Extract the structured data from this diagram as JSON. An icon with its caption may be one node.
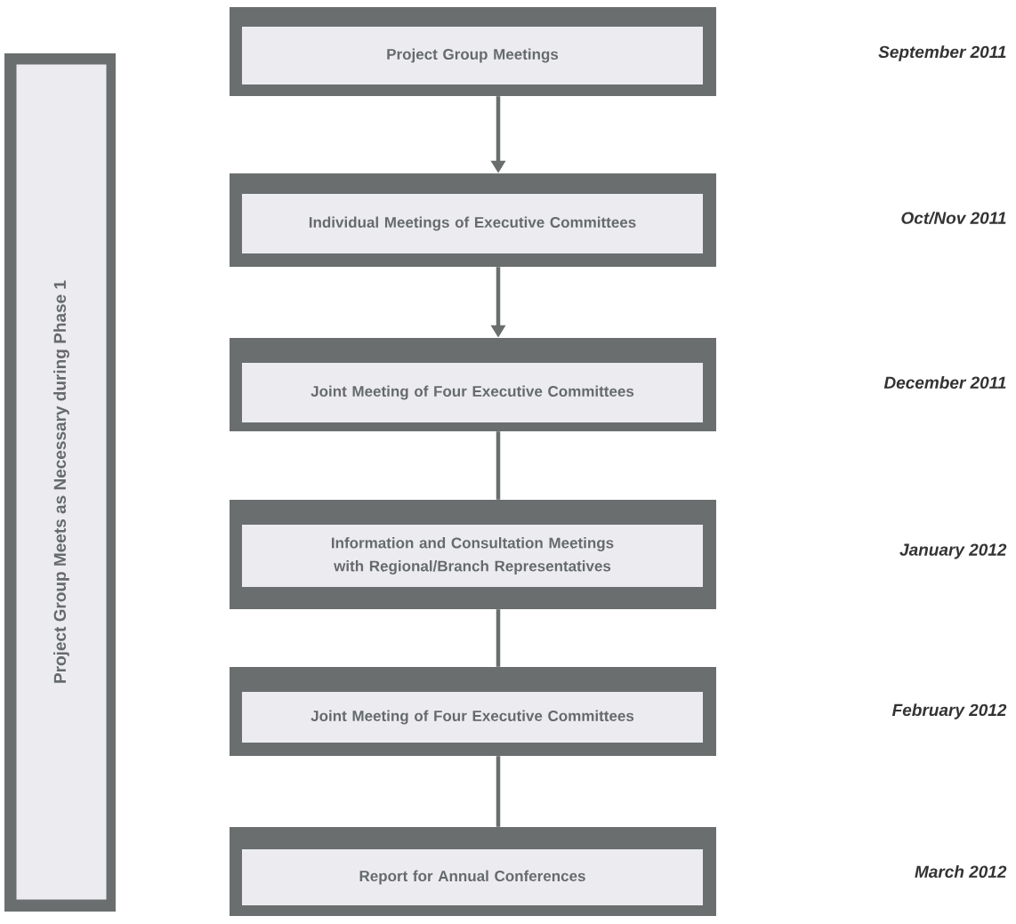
{
  "diagram": {
    "nodes": [
      {
        "text": [
          "Project Group Meets as Necessary during Phase 1"
        ]
      },
      {
        "text": [
          "Project Group Meetings"
        ]
      },
      {
        "text": [
          "Individual Meetings of Executive Committees"
        ]
      },
      {
        "text": [
          "Joint Meeting of Four Executive Committees"
        ]
      },
      {
        "text": [
          "Information and Consultation Meetings with Regional/Branch Representatives"
        ]
      },
      {
        "text": [
          "Joint Meeting of Four Executive Committees"
        ]
      },
      {
        "text": [
          "Report for Annual Conferences"
        ]
      }
    ],
    "edges": [
      {
        "from": 1,
        "to": 2,
        "arrow": "to"
      },
      {
        "from": 2,
        "to": 3,
        "arrow": "to"
      },
      {
        "from": 3,
        "to": 4,
        "arrow": "none"
      },
      {
        "from": 4,
        "to": 5,
        "arrow": "none"
      },
      {
        "from": 5,
        "to": 6,
        "arrow": "none"
      }
    ],
    "labels": [
      "September 2011",
      "Oct/Nov 2011",
      "December 2011",
      "January 2012",
      "February 2012",
      "March 2012"
    ]
  }
}
